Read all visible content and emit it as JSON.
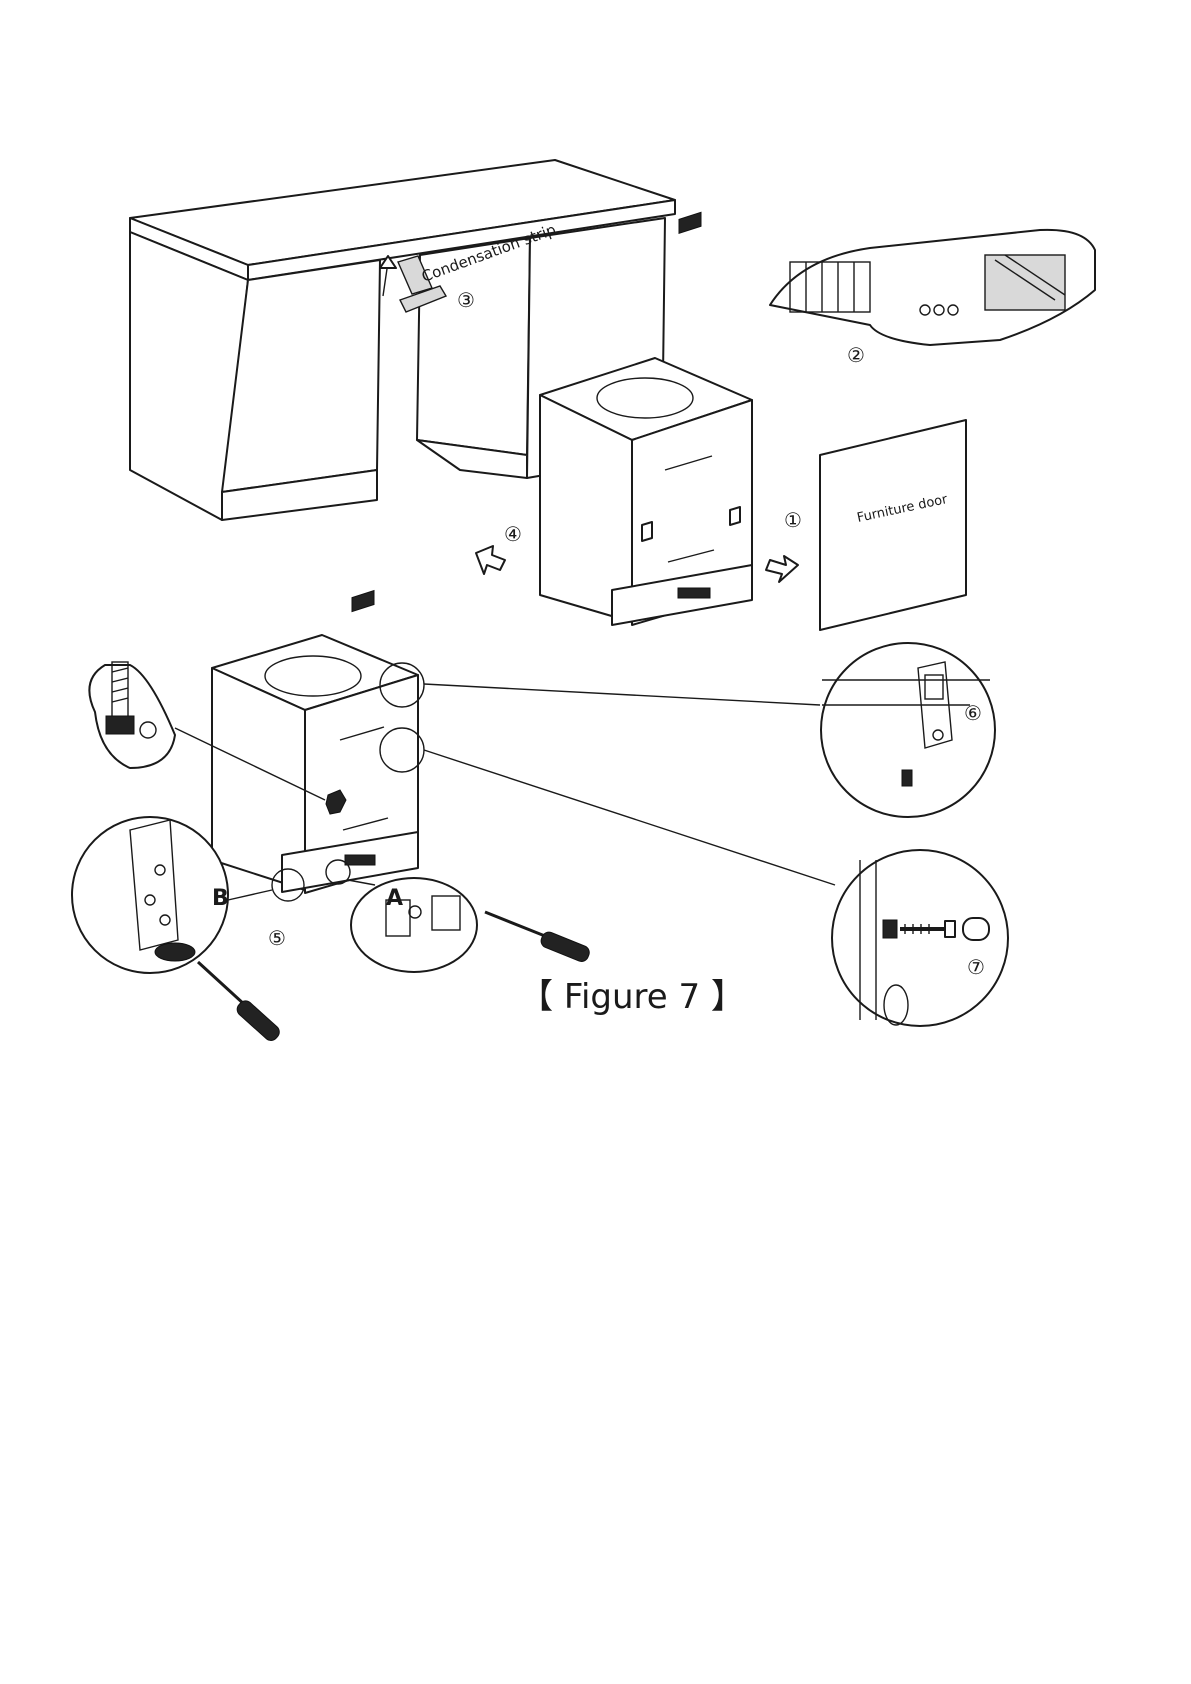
{
  "figure": {
    "caption": "【 Figure 7 】"
  },
  "labels": {
    "condensation_strip": "Condensation strip",
    "furniture_door": "Furniture door",
    "letter_a": "A",
    "letter_b": "B"
  },
  "steps": [
    {
      "number": "①"
    },
    {
      "number": "②"
    },
    {
      "number": "③"
    },
    {
      "number": "④"
    },
    {
      "number": "⑤"
    },
    {
      "number": "⑥"
    },
    {
      "number": "⑦"
    }
  ],
  "colors": {
    "line": "#1a1a1a",
    "background": "#ffffff"
  }
}
